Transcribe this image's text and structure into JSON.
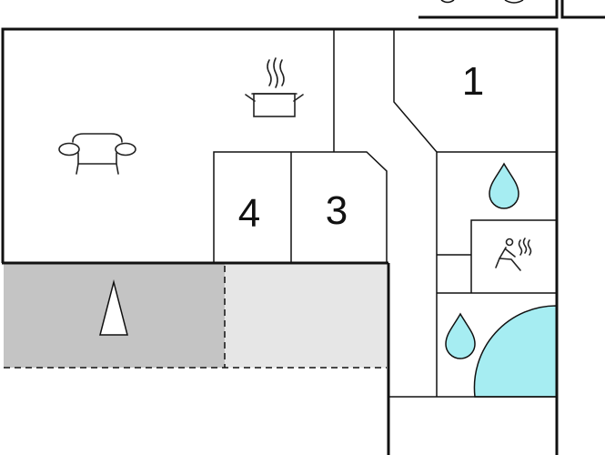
{
  "rooms": [
    {
      "key": "room-1",
      "label": "1"
    },
    {
      "key": "room-3",
      "label": "3"
    },
    {
      "key": "room-4",
      "label": "4"
    }
  ],
  "icons": {
    "sofa": "sofa-icon",
    "cooking_pot": "cooking-pot-icon",
    "water_drop_shower": "water-drop-icon",
    "water_drop_pool": "water-drop-icon",
    "sauna": "sauna-icon",
    "terrace_arrow": "triangle-marker-icon"
  },
  "colors": {
    "water": "#a6edf2",
    "terrace_covered": "#c4c4c4",
    "terrace_open": "#e6e6e6",
    "wall": "#111111",
    "background": "#ffffff"
  }
}
